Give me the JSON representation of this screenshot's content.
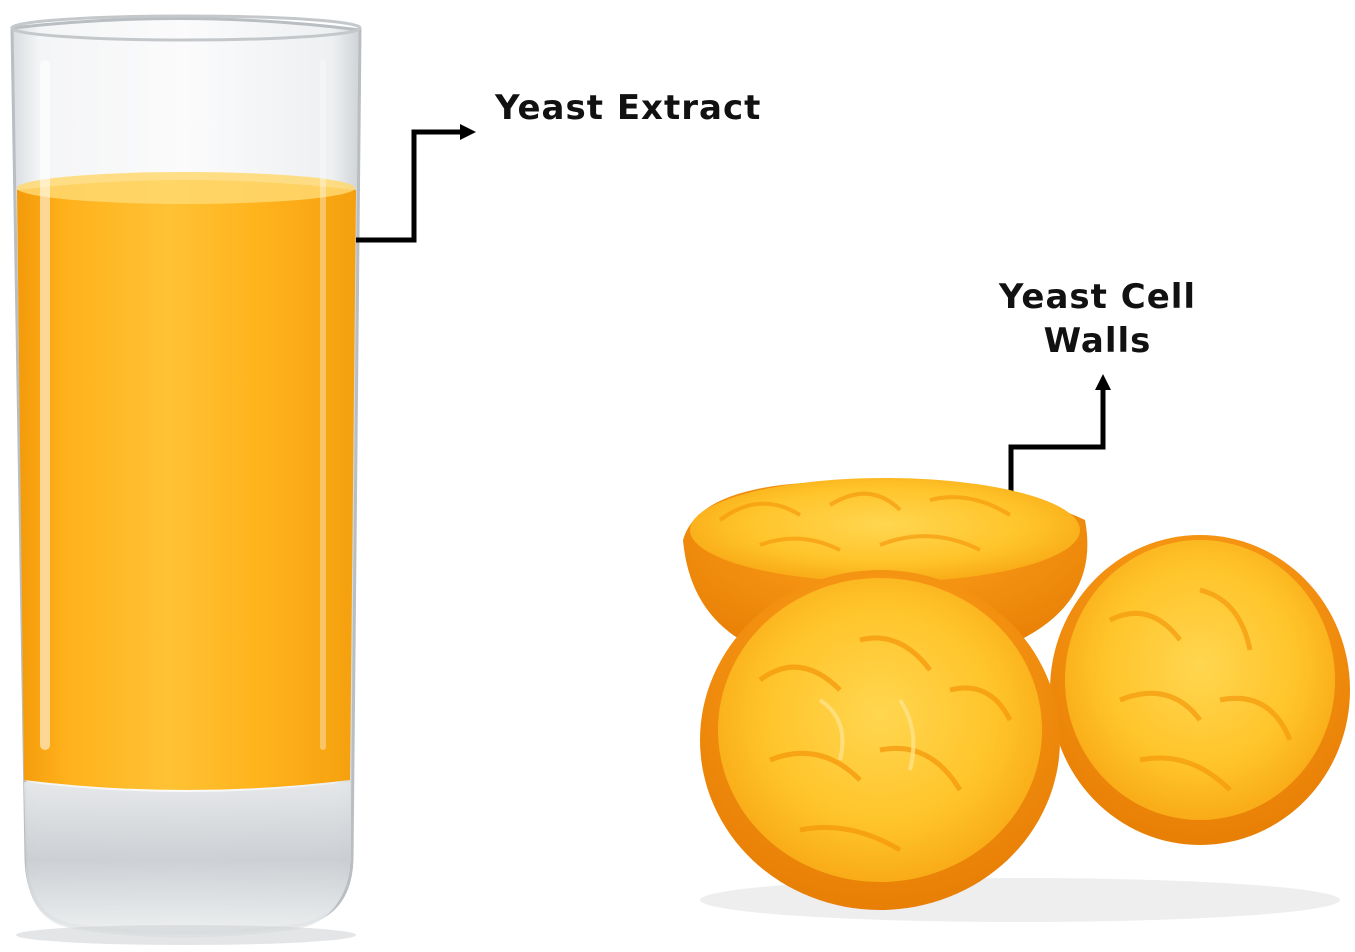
{
  "labels": {
    "extract": "Yeast Extract",
    "walls_line1": "Yeast Cell",
    "walls_line2": "Walls"
  },
  "colors": {
    "juice": "#FFA712",
    "juice_light": "#FFC233",
    "peel": "#F28A06",
    "pulp": "#FFD04A",
    "arrow": "#000000",
    "background": "#FFFFFF"
  },
  "illustrations": {
    "glass": "glass-of-orange-juice",
    "peels": "squeezed-orange-halves"
  }
}
